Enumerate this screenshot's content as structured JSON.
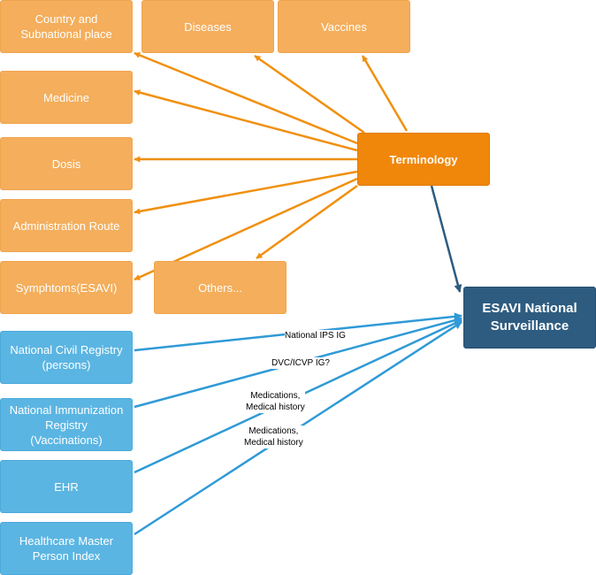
{
  "nodes": {
    "country": "Country and\nSubnational place",
    "diseases": "Diseases",
    "vaccines": "Vaccines",
    "medicine": "Medicine",
    "dosis": "Dosis",
    "admin_route": "Administration Route",
    "symptoms": "Symphtoms(ESAVI)",
    "others": "Others...",
    "terminology": "Terminology",
    "esavi": "ESAVI National\nSurveillance",
    "civil_registry": "National Civil Registry\n(persons)",
    "immunization_registry": "National Immunization\nRegistry\n(Vaccinations)",
    "ehr": "EHR",
    "master_index": "Healthcare Master\nPerson Index"
  },
  "edge_labels": {
    "civil": "National IPS IG",
    "immunization": "DVC/ICVP IG?",
    "ehr": "Medications,\nMedical history",
    "master": "Medications,\nMedical history"
  },
  "colors": {
    "orange_box": "#F4AE5C",
    "terminology": "#F0870A",
    "blue_box": "#5BB5E2",
    "esavi": "#2E5C80",
    "orange_edge": "#F0900F",
    "blue_edge": "#2F9AD6",
    "dark_edge": "#2E5C80"
  }
}
